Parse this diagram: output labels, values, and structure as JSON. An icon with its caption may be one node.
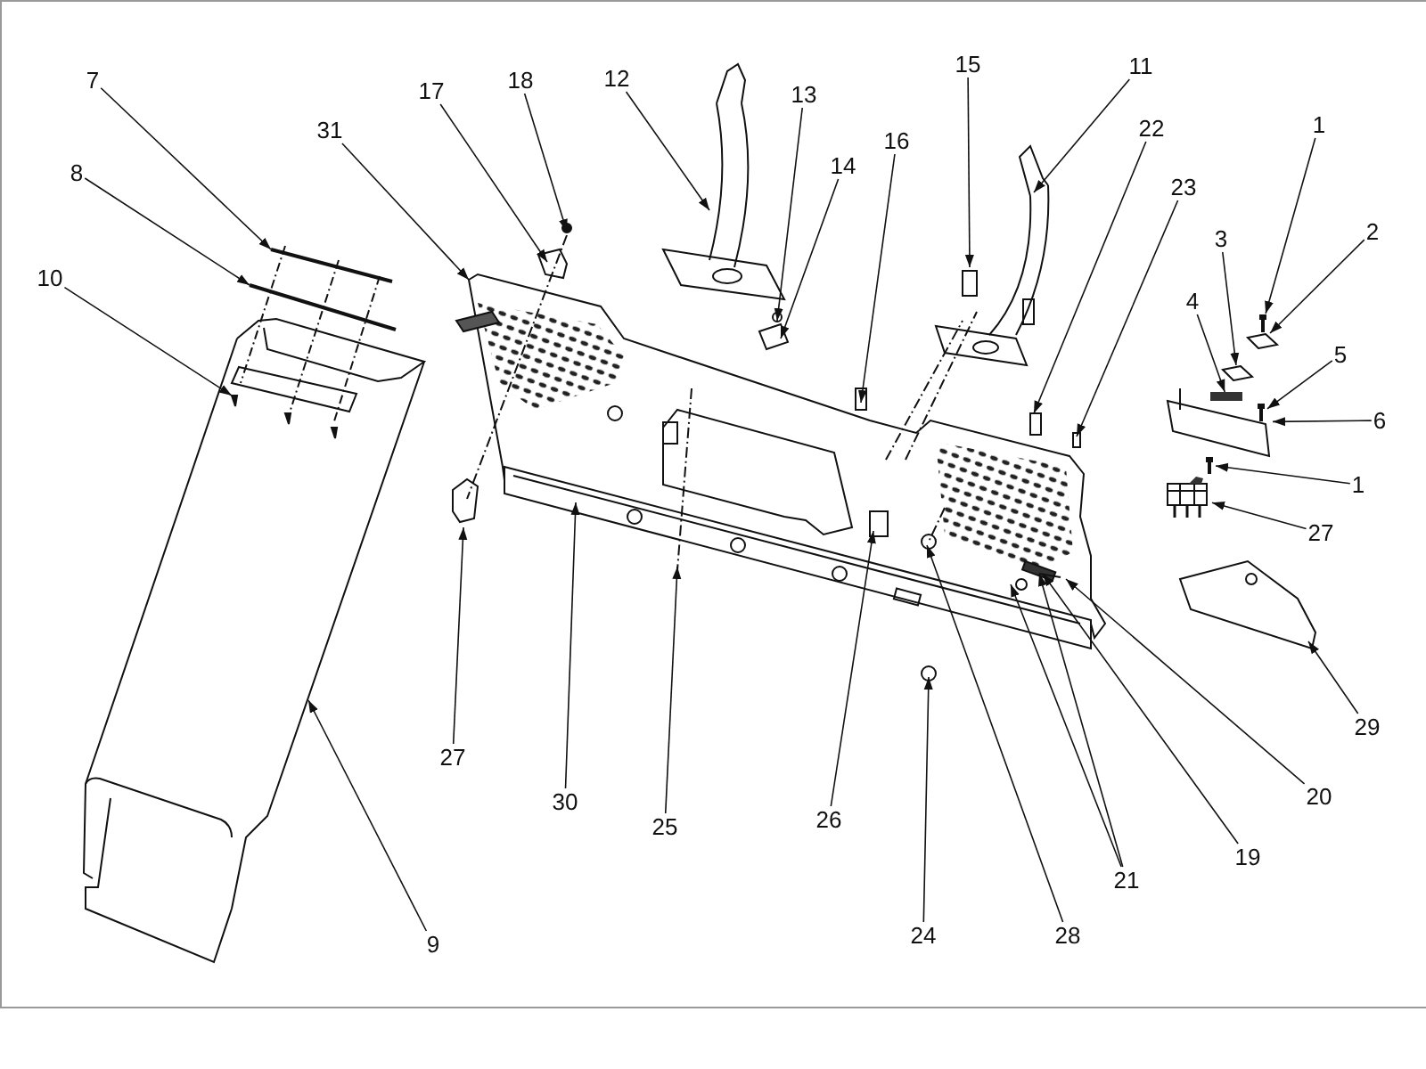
{
  "diagram": {
    "nodes": [
      {
        "text": [
          "7"
        ]
      },
      {
        "text": [
          "8"
        ]
      },
      {
        "text": [
          "10"
        ]
      },
      {
        "text": [
          "31"
        ]
      },
      {
        "text": [
          "17"
        ]
      },
      {
        "text": [
          "18"
        ]
      },
      {
        "text": [
          "12"
        ]
      },
      {
        "text": [
          "13"
        ]
      },
      {
        "text": [
          "14"
        ]
      },
      {
        "text": [
          "16"
        ]
      },
      {
        "text": [
          "15"
        ]
      },
      {
        "text": [
          "11"
        ]
      },
      {
        "text": [
          "22"
        ]
      },
      {
        "text": [
          "23"
        ]
      },
      {
        "text": [
          "1"
        ]
      },
      {
        "text": [
          "2"
        ]
      },
      {
        "text": [
          "3"
        ]
      },
      {
        "text": [
          "4"
        ]
      },
      {
        "text": [
          "5"
        ]
      },
      {
        "text": [
          "6"
        ]
      },
      {
        "text": [
          "1"
        ]
      },
      {
        "text": [
          "27"
        ]
      },
      {
        "text": [
          "29"
        ]
      },
      {
        "text": [
          "27"
        ]
      },
      {
        "text": [
          "30"
        ]
      },
      {
        "text": [
          "25"
        ]
      },
      {
        "text": [
          "26"
        ]
      },
      {
        "text": [
          "24"
        ]
      },
      {
        "text": [
          "28"
        ]
      },
      {
        "text": [
          "21"
        ]
      },
      {
        "text": [
          "19"
        ]
      },
      {
        "text": [
          "20"
        ]
      },
      {
        "text": [
          "9"
        ]
      },
      {
        "text": [],
        "shape": "picture"
      },
      {
        "text": [],
        "shape": "picture"
      },
      {
        "text": [],
        "shape": "picture"
      },
      {
        "text": [],
        "shape": "bar"
      },
      {
        "text": [],
        "shape": "picture"
      },
      {
        "text": [],
        "shape": "picture"
      },
      {
        "text": [],
        "shape": "picture"
      },
      {
        "text": [],
        "shape": "picture"
      }
    ],
    "edges": [
      {
        "from": 0,
        "to": null,
        "arrow": "to"
      },
      {
        "from": 1,
        "to": null,
        "arrow": "to"
      },
      {
        "from": 2,
        "to": null,
        "arrow": "to"
      },
      {
        "from": 3,
        "to": null,
        "arrow": "to"
      },
      {
        "from": 4,
        "to": null,
        "arrow": "to"
      },
      {
        "from": 5,
        "to": null,
        "arrow": "to"
      },
      {
        "from": 6,
        "to": null,
        "arrow": "to"
      },
      {
        "from": 7,
        "to": null,
        "arrow": "to"
      },
      {
        "from": 8,
        "to": null,
        "arrow": "to"
      },
      {
        "from": 9,
        "to": null,
        "arrow": "to"
      },
      {
        "from": 10,
        "to": null,
        "arrow": "to"
      },
      {
        "from": 11,
        "to": null,
        "arrow": "to"
      },
      {
        "from": 12,
        "to": null,
        "arrow": "to"
      },
      {
        "from": 13,
        "to": null,
        "arrow": "to"
      },
      {
        "from": 14,
        "to": 33,
        "arrow": "to"
      },
      {
        "from": 15,
        "to": 34,
        "arrow": "to"
      },
      {
        "from": 16,
        "to": 35,
        "arrow": "to"
      },
      {
        "from": 17,
        "to": 36,
        "arrow": "to"
      },
      {
        "from": 18,
        "to": 37,
        "arrow": "to"
      },
      {
        "from": 19,
        "to": 38,
        "arrow": "to"
      },
      {
        "from": 20,
        "to": 39,
        "arrow": "to"
      },
      {
        "from": 21,
        "to": 40,
        "arrow": "to"
      },
      {
        "from": 22,
        "to": null,
        "arrow": "to"
      },
      {
        "from": 23,
        "to": null,
        "arrow": "to"
      },
      {
        "from": 24,
        "to": null,
        "arrow": "to"
      },
      {
        "from": 25,
        "to": null,
        "arrow": "to"
      },
      {
        "from": 26,
        "to": null,
        "arrow": "to"
      },
      {
        "from": 27,
        "to": null,
        "arrow": "to"
      },
      {
        "from": 28,
        "to": null,
        "arrow": "to"
      },
      {
        "from": 29,
        "to": null,
        "arrow": "to"
      },
      {
        "from": 29,
        "to": null,
        "arrow": "to"
      },
      {
        "from": 30,
        "to": null,
        "arrow": "to"
      },
      {
        "from": 31,
        "to": null,
        "arrow": "to"
      },
      {
        "from": 32,
        "to": null,
        "arrow": "to"
      }
    ]
  }
}
